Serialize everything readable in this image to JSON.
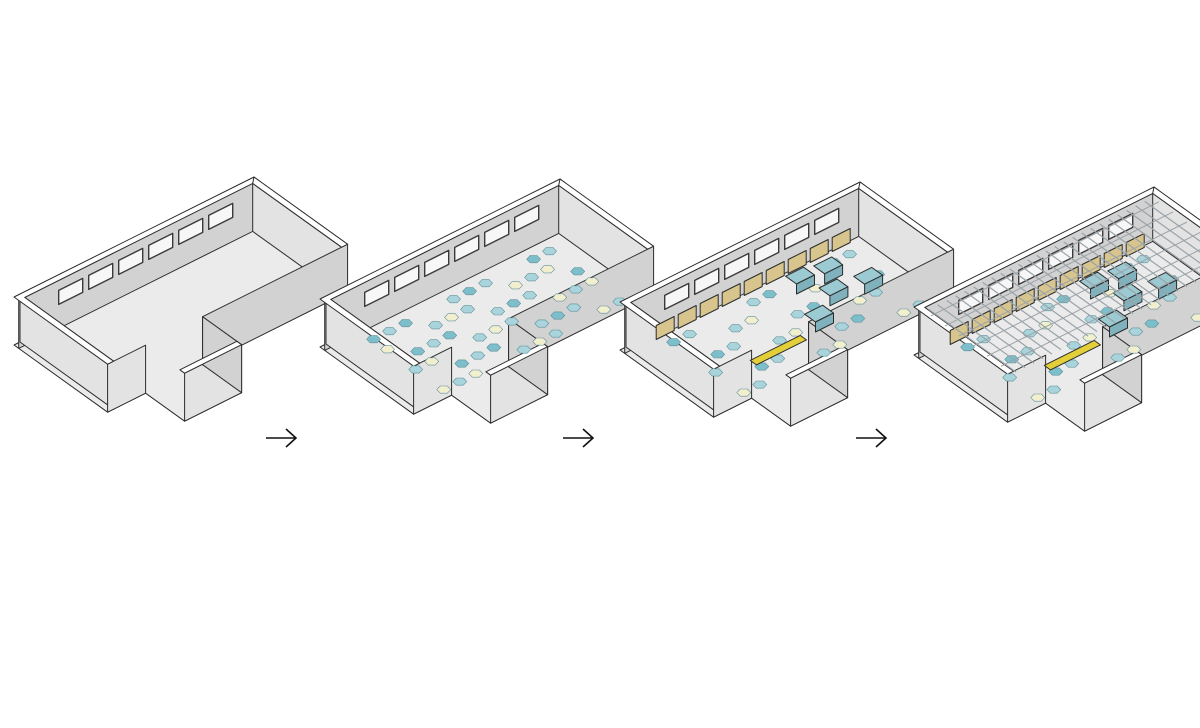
{
  "diagram": {
    "type": "isometric-sequence",
    "colors": {
      "wall_top": "#ffffff",
      "wall_face": "#e3e3e3",
      "wall_face_dark": "#d2d2d2",
      "floor": "#ebebeb",
      "outline": "#2c2c2c",
      "window": "#3a3a3a",
      "hex_blue": "#a9d4dc",
      "hex_teal": "#7cbfcb",
      "hex_cream": "#f2efcf",
      "furniture_blue": "#9ccad3",
      "wood": "#d8c58e",
      "accent_yellow": "#e3cf3a",
      "ceiling_grid": "#9aa3a8"
    },
    "stages": [
      {
        "id": "stage-1",
        "name": "empty-shell",
        "icon": "building-shell-icon"
      },
      {
        "id": "stage-2",
        "name": "hexagon-floor-pattern",
        "icon": "hexagon-floor-icon"
      },
      {
        "id": "stage-3",
        "name": "furnished-interior",
        "icon": "furniture-layout-icon"
      },
      {
        "id": "stage-4",
        "name": "ceiling-grid",
        "icon": "ceiling-grid-icon"
      }
    ],
    "arrows": [
      {
        "icon": "arrow-right-icon",
        "glyph": "→"
      },
      {
        "icon": "arrow-right-icon",
        "glyph": "→"
      },
      {
        "icon": "arrow-right-icon",
        "glyph": "→"
      }
    ]
  }
}
